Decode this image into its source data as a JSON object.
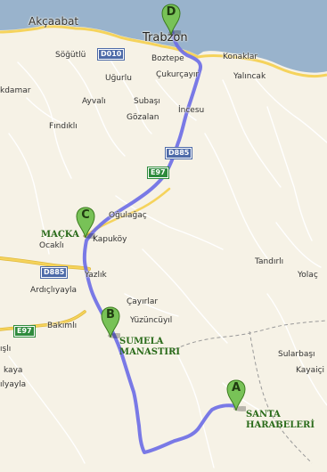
{
  "map": {
    "colors": {
      "land": "#f6f2e6",
      "sea": "#99b3cc",
      "road_major": "#f5d35c",
      "road_minor": "#ffffff",
      "route": "#6b6be6",
      "marker": "#78c257",
      "boundary": "#999999"
    },
    "places": [
      {
        "id": "akcaabat",
        "label": "Akçaabat"
      },
      {
        "id": "trabzon",
        "label": "Trabzon"
      },
      {
        "id": "sogutlu",
        "label": "Söğütlü"
      },
      {
        "id": "boztepe",
        "label": "Boztepe"
      },
      {
        "id": "konaklar",
        "label": "Konaklar"
      },
      {
        "id": "yalincak",
        "label": "Yalıncak"
      },
      {
        "id": "ugurlu",
        "label": "Uğurlu"
      },
      {
        "id": "cukurcayir",
        "label": "Çukurçayır"
      },
      {
        "id": "kadmar",
        "label": "kdamar"
      },
      {
        "id": "ayvali",
        "label": "Ayvalı"
      },
      {
        "id": "subasi",
        "label": "Subaşı"
      },
      {
        "id": "incesu",
        "label": "İncesu"
      },
      {
        "id": "gozalan",
        "label": "Gözalan"
      },
      {
        "id": "findikli",
        "label": "Fındıklı"
      },
      {
        "id": "oglagac",
        "label": "Oğulağaç"
      },
      {
        "id": "ocakli",
        "label": "Ocaklı"
      },
      {
        "id": "kapukoy",
        "label": "Kapuköy"
      },
      {
        "id": "tandirli",
        "label": "Tandırlı"
      },
      {
        "id": "yazlik",
        "label": "Yazlık"
      },
      {
        "id": "ardicliyayla",
        "label": "Ardıçlıyayla"
      },
      {
        "id": "yolac",
        "label": "Yolaç"
      },
      {
        "id": "cayirlar",
        "label": "Çayırlar"
      },
      {
        "id": "yuzuncuyil",
        "label": "Yüzüncüyıl"
      },
      {
        "id": "bakimli",
        "label": "Bakımlı"
      },
      {
        "id": "isli",
        "label": "ışlı"
      },
      {
        "id": "sularbasi",
        "label": "Sularbaşı"
      },
      {
        "id": "kaya",
        "label": "kaya"
      },
      {
        "id": "kayaici",
        "label": "Kayaiçi"
      },
      {
        "id": "yayla",
        "label": "ılyayla"
      }
    ],
    "shields": [
      {
        "id": "d010",
        "label": "D010"
      },
      {
        "id": "d885_north",
        "label": "D885"
      },
      {
        "id": "e97_north",
        "label": "E97"
      },
      {
        "id": "d885_west",
        "label": "D885"
      },
      {
        "id": "e97_west",
        "label": "E97"
      }
    ],
    "waypoints": [
      {
        "id": "a",
        "letter": "A",
        "label_lines": [
          "SANTA",
          "HARABELERİ"
        ]
      },
      {
        "id": "b",
        "letter": "B",
        "label_lines": [
          "SUMELA",
          "MANASTIRI"
        ]
      },
      {
        "id": "c",
        "letter": "C",
        "label_lines": [
          "MAÇKA"
        ]
      },
      {
        "id": "d",
        "letter": "D",
        "label_lines": []
      }
    ]
  }
}
